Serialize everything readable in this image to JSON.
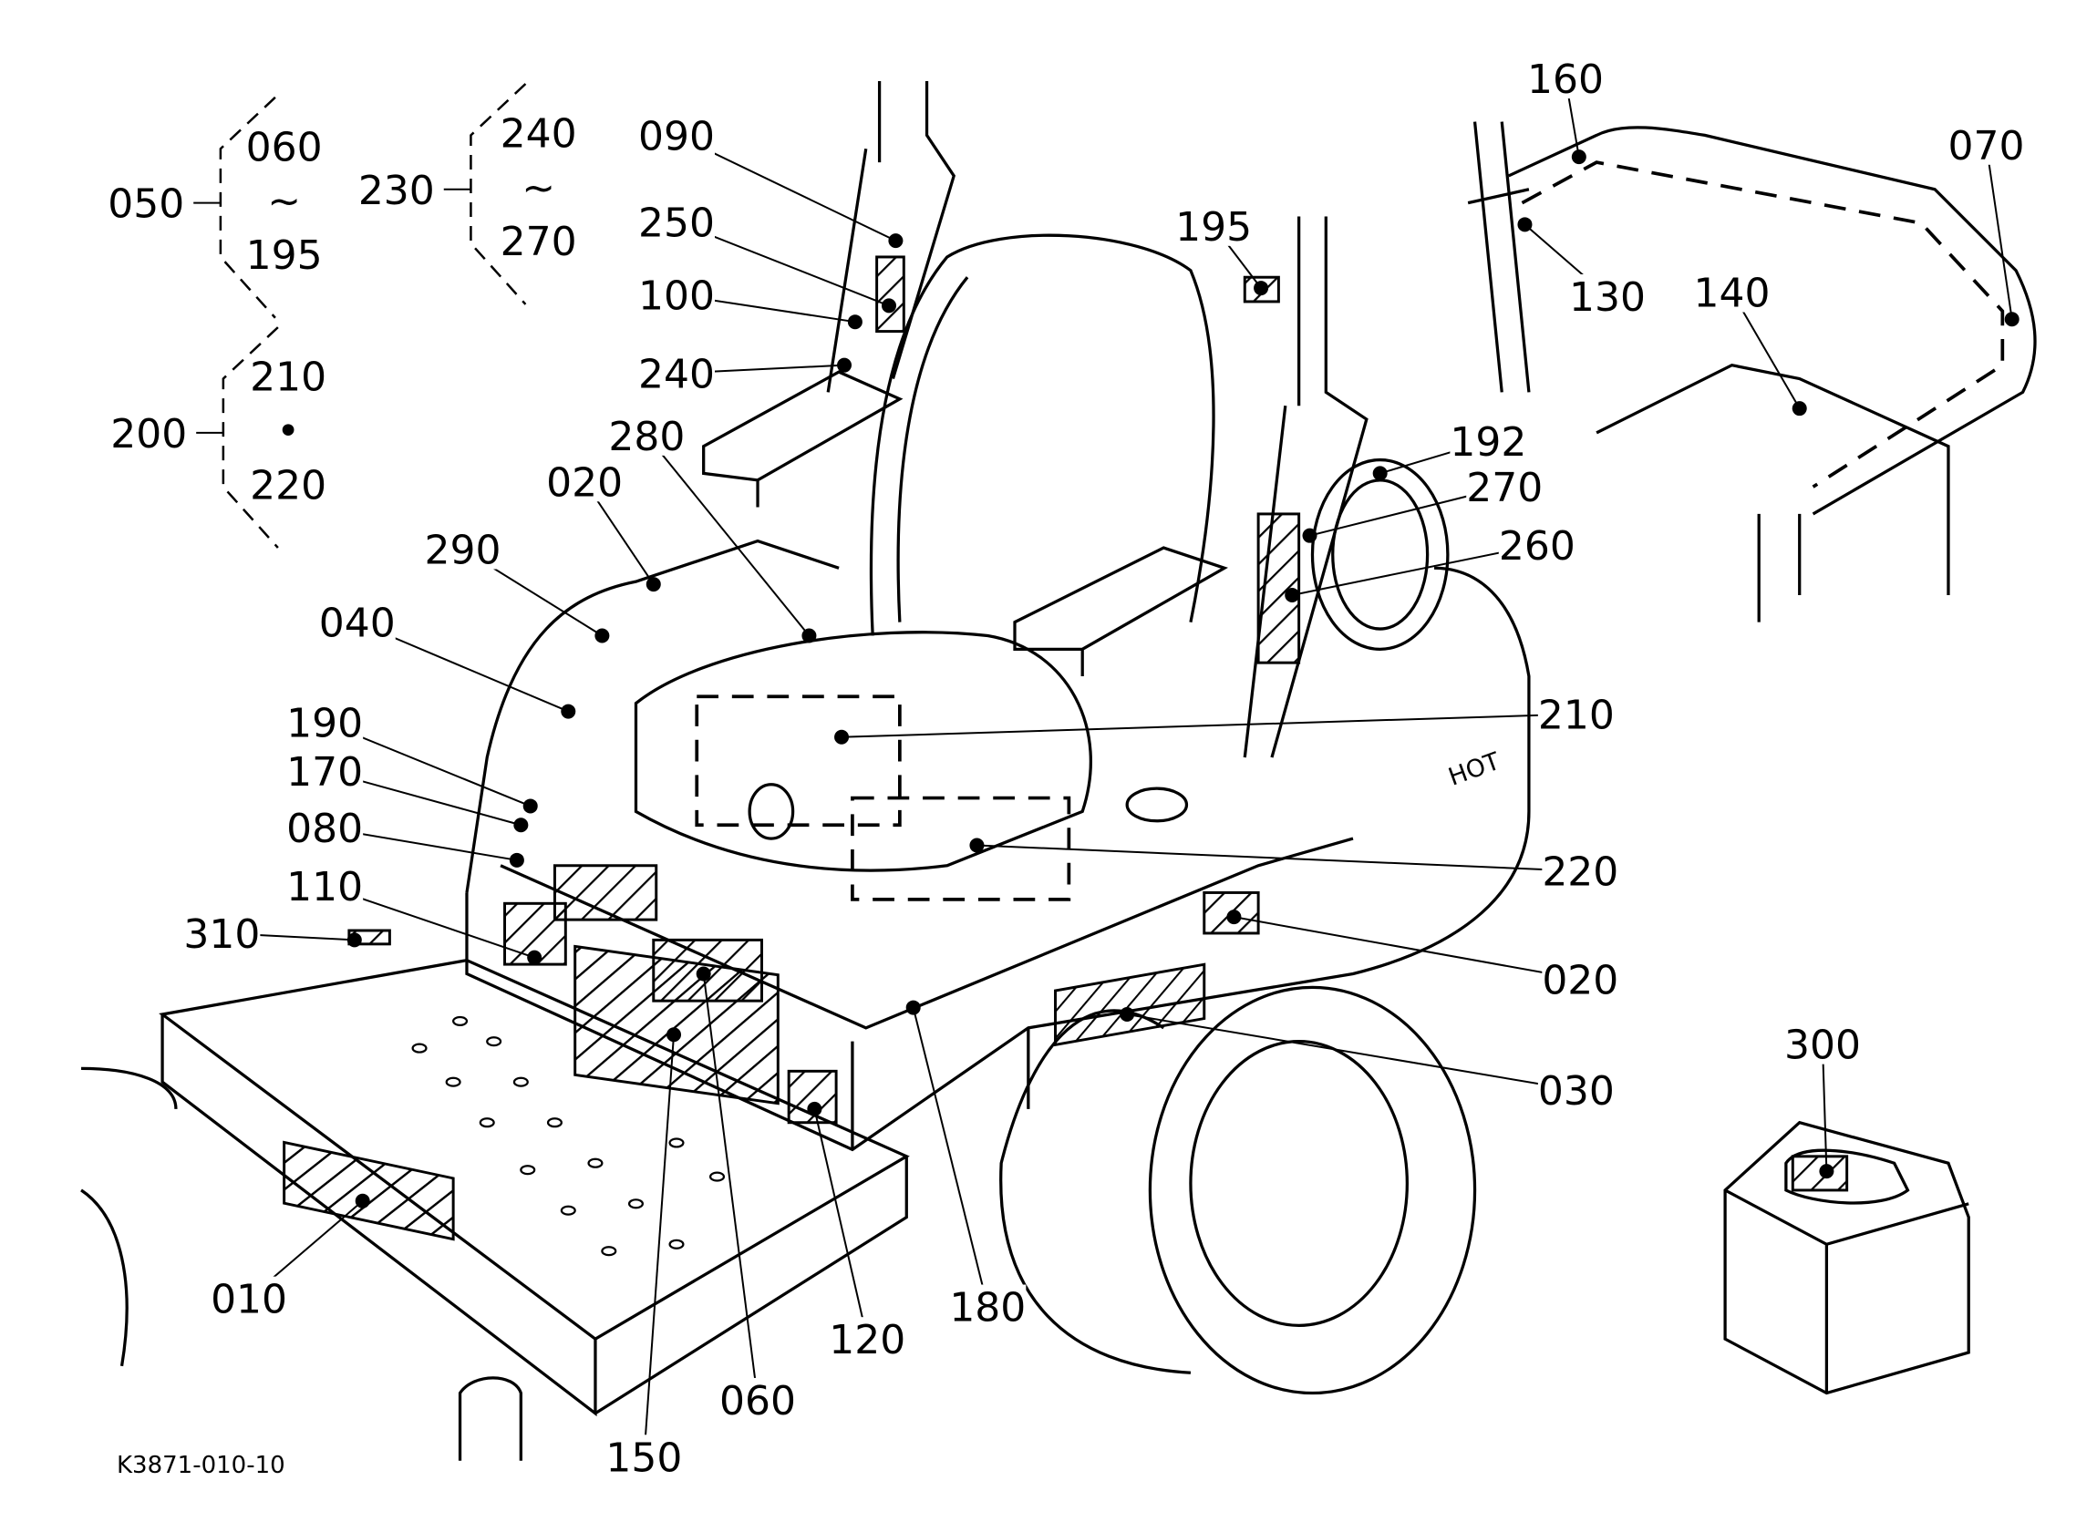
{
  "diagram": {
    "caption": "K3871-010-10",
    "groups": [
      {
        "parent": "050",
        "from": "060",
        "sep": "~",
        "to": "195"
      },
      {
        "parent": "230",
        "from": "240",
        "sep": "~",
        "to": "270"
      },
      {
        "parent": "200",
        "from": "210",
        "sep": "•",
        "to": "220"
      }
    ],
    "callouts": [
      "090",
      "250",
      "100",
      "240",
      "280",
      "020",
      "290",
      "040",
      "190",
      "170",
      "080",
      "110",
      "310",
      "160",
      "070",
      "130",
      "140",
      "195",
      "192",
      "270",
      "260",
      "210",
      "220",
      "020",
      "030",
      "300",
      "010",
      "150",
      "060",
      "120",
      "180"
    ],
    "colors": {
      "line": "#000000",
      "background": "#ffffff"
    }
  }
}
